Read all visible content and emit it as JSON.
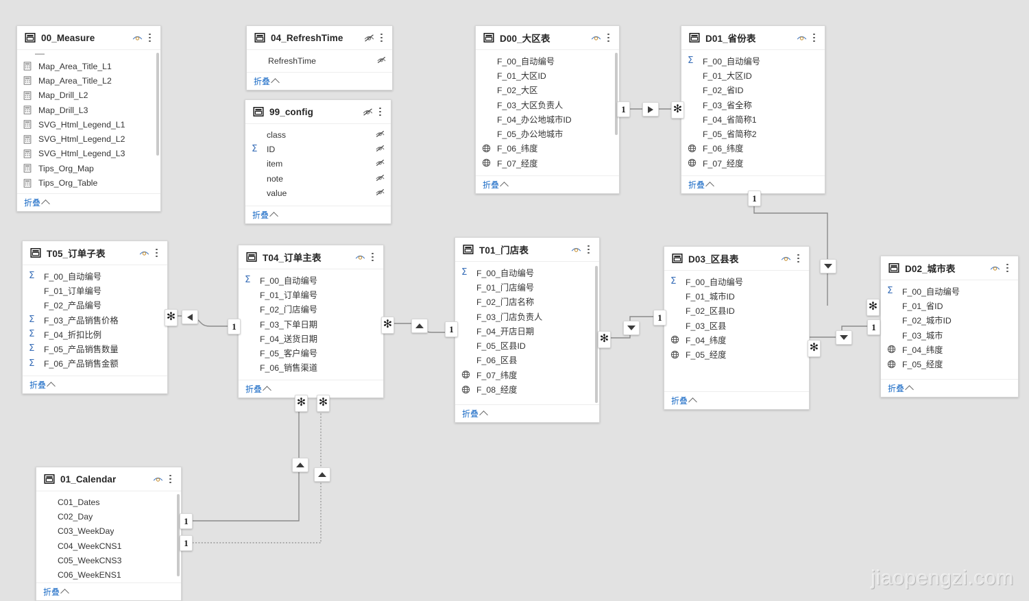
{
  "app": {
    "view": "Power BI Model Diagram",
    "watermark": "jiaopengzi.com",
    "collapse_label": "折叠",
    "icons": {
      "table": "table-icon",
      "eye": "eye-visible-icon",
      "eye_hidden": "eye-hidden-icon",
      "kebab": "more-options-icon",
      "sigma": "sum-aggregate-icon",
      "globe": "geo-location-icon",
      "measure": "measure-calculator-icon",
      "chevron": "chevron-up-icon"
    },
    "colors": {
      "canvas": "#e2e2e2",
      "card": "#ffffff",
      "link": "#1567c4",
      "wire": "#8a8a8a",
      "sigma": "#3a6fb8"
    }
  },
  "tables": [
    {
      "id": "t_00_measure",
      "name": "00_Measure",
      "hidden": false,
      "scrollbar": true,
      "partial_top": true,
      "fields": [
        {
          "name": "Map_Area_Title_L1",
          "glyph": "measure",
          "hidden": false
        },
        {
          "name": "Map_Area_Title_L2",
          "glyph": "measure",
          "hidden": false
        },
        {
          "name": "Map_Drill_L2",
          "glyph": "measure",
          "hidden": false
        },
        {
          "name": "Map_Drill_L3",
          "glyph": "measure",
          "hidden": false
        },
        {
          "name": "SVG_Html_Legend_L1",
          "glyph": "measure",
          "hidden": false
        },
        {
          "name": "SVG_Html_Legend_L2",
          "glyph": "measure",
          "hidden": false
        },
        {
          "name": "SVG_Html_Legend_L3",
          "glyph": "measure",
          "hidden": false
        },
        {
          "name": "Tips_Org_Map",
          "glyph": "measure",
          "hidden": false
        },
        {
          "name": "Tips_Org_Table",
          "glyph": "measure",
          "hidden": false
        }
      ]
    },
    {
      "id": "t_04_refreshtime",
      "name": "04_RefreshTime",
      "hidden": true,
      "fields": [
        {
          "name": "RefreshTime",
          "glyph": "none",
          "hidden": true
        }
      ]
    },
    {
      "id": "t_99_config",
      "name": "99_config",
      "hidden": true,
      "fields": [
        {
          "name": "class",
          "glyph": "none",
          "hidden": true
        },
        {
          "name": "ID",
          "glyph": "sigma",
          "hidden": true
        },
        {
          "name": "item",
          "glyph": "none",
          "hidden": true
        },
        {
          "name": "note",
          "glyph": "none",
          "hidden": true
        },
        {
          "name": "value",
          "glyph": "none",
          "hidden": true
        }
      ]
    },
    {
      "id": "t_d00",
      "name": "D00_大区表",
      "hidden": false,
      "scrollbar": true,
      "fields": [
        {
          "name": "F_00_自动编号",
          "glyph": "none",
          "hidden": false
        },
        {
          "name": "F_01_大区ID",
          "glyph": "none",
          "hidden": false
        },
        {
          "name": "F_02_大区",
          "glyph": "none",
          "hidden": false
        },
        {
          "name": "F_03_大区负责人",
          "glyph": "none",
          "hidden": false
        },
        {
          "name": "F_04_办公地城市ID",
          "glyph": "none",
          "hidden": false
        },
        {
          "name": "F_05_办公地城市",
          "glyph": "none",
          "hidden": false
        },
        {
          "name": "F_06_纬度",
          "glyph": "globe",
          "hidden": false
        },
        {
          "name": "F_07_经度",
          "glyph": "globe",
          "hidden": false
        }
      ]
    },
    {
      "id": "t_d01",
      "name": "D01_省份表",
      "hidden": false,
      "fields": [
        {
          "name": "F_00_自动编号",
          "glyph": "sigma",
          "hidden": false
        },
        {
          "name": "F_01_大区ID",
          "glyph": "none",
          "hidden": false
        },
        {
          "name": "F_02_省ID",
          "glyph": "none",
          "hidden": false
        },
        {
          "name": "F_03_省全称",
          "glyph": "none",
          "hidden": false
        },
        {
          "name": "F_04_省简称1",
          "glyph": "none",
          "hidden": false
        },
        {
          "name": "F_05_省简称2",
          "glyph": "none",
          "hidden": false
        },
        {
          "name": "F_06_纬度",
          "glyph": "globe",
          "hidden": false
        },
        {
          "name": "F_07_经度",
          "glyph": "globe",
          "hidden": false
        }
      ]
    },
    {
      "id": "t_t05",
      "name": "T05_订单子表",
      "hidden": false,
      "fields": [
        {
          "name": "F_00_自动编号",
          "glyph": "sigma",
          "hidden": false
        },
        {
          "name": "F_01_订单编号",
          "glyph": "none",
          "hidden": false
        },
        {
          "name": "F_02_产品编号",
          "glyph": "none",
          "hidden": false
        },
        {
          "name": "F_03_产品销售价格",
          "glyph": "sigma",
          "hidden": false
        },
        {
          "name": "F_04_折扣比例",
          "glyph": "sigma",
          "hidden": false
        },
        {
          "name": "F_05_产品销售数量",
          "glyph": "sigma",
          "hidden": false
        },
        {
          "name": "F_06_产品销售金额",
          "glyph": "sigma",
          "hidden": false
        }
      ]
    },
    {
      "id": "t_t04",
      "name": "T04_订单主表",
      "hidden": false,
      "fields": [
        {
          "name": "F_00_自动编号",
          "glyph": "sigma",
          "hidden": false
        },
        {
          "name": "F_01_订单编号",
          "glyph": "none",
          "hidden": false
        },
        {
          "name": "F_02_门店编号",
          "glyph": "none",
          "hidden": false
        },
        {
          "name": "F_03_下单日期",
          "glyph": "none",
          "hidden": false
        },
        {
          "name": "F_04_送货日期",
          "glyph": "none",
          "hidden": false
        },
        {
          "name": "F_05_客户编号",
          "glyph": "none",
          "hidden": false
        },
        {
          "name": "F_06_销售渠道",
          "glyph": "none",
          "hidden": false
        }
      ]
    },
    {
      "id": "t_t01",
      "name": "T01_门店表",
      "hidden": false,
      "scrollbar": true,
      "fields": [
        {
          "name": "F_00_自动编号",
          "glyph": "sigma",
          "hidden": false
        },
        {
          "name": "F_01_门店编号",
          "glyph": "none",
          "hidden": false
        },
        {
          "name": "F_02_门店名称",
          "glyph": "none",
          "hidden": false
        },
        {
          "name": "F_03_门店负责人",
          "glyph": "none",
          "hidden": false
        },
        {
          "name": "F_04_开店日期",
          "glyph": "none",
          "hidden": false
        },
        {
          "name": "F_05_区县ID",
          "glyph": "none",
          "hidden": false
        },
        {
          "name": "F_06_区县",
          "glyph": "none",
          "hidden": false
        },
        {
          "name": "F_07_纬度",
          "glyph": "globe",
          "hidden": false
        },
        {
          "name": "F_08_经度",
          "glyph": "globe",
          "hidden": false
        }
      ]
    },
    {
      "id": "t_d03",
      "name": "D03_区县表",
      "hidden": false,
      "fields": [
        {
          "name": "F_00_自动编号",
          "glyph": "sigma",
          "hidden": false
        },
        {
          "name": "F_01_城市ID",
          "glyph": "none",
          "hidden": false
        },
        {
          "name": "F_02_区县ID",
          "glyph": "none",
          "hidden": false
        },
        {
          "name": "F_03_区县",
          "glyph": "none",
          "hidden": false
        },
        {
          "name": "F_04_纬度",
          "glyph": "globe",
          "hidden": false
        },
        {
          "name": "F_05_经度",
          "glyph": "globe",
          "hidden": false
        }
      ]
    },
    {
      "id": "t_d02",
      "name": "D02_城市表",
      "hidden": false,
      "fields": [
        {
          "name": "F_00_自动编号",
          "glyph": "sigma",
          "hidden": false
        },
        {
          "name": "F_01_省ID",
          "glyph": "none",
          "hidden": false
        },
        {
          "name": "F_02_城市ID",
          "glyph": "none",
          "hidden": false
        },
        {
          "name": "F_03_城市",
          "glyph": "none",
          "hidden": false
        },
        {
          "name": "F_04_纬度",
          "glyph": "globe",
          "hidden": false
        },
        {
          "name": "F_05_经度",
          "glyph": "globe",
          "hidden": false
        }
      ]
    },
    {
      "id": "t_01_calendar",
      "name": "01_Calendar",
      "hidden": false,
      "scrollbar": true,
      "fields": [
        {
          "name": "C01_Dates",
          "glyph": "none",
          "hidden": false
        },
        {
          "name": "C02_Day",
          "glyph": "none",
          "hidden": false
        },
        {
          "name": "C03_WeekDay",
          "glyph": "none",
          "hidden": false
        },
        {
          "name": "C04_WeekCNS1",
          "glyph": "none",
          "hidden": false
        },
        {
          "name": "C05_WeekCNS3",
          "glyph": "none",
          "hidden": false
        },
        {
          "name": "C06_WeekENS1",
          "glyph": "none",
          "hidden": false
        }
      ]
    }
  ],
  "relationships": [
    {
      "id": "r_d00_d01",
      "from": "D00_大区表",
      "to": "D01_省份表",
      "from_card": "1",
      "to_card": "*",
      "direction": "right",
      "active": true
    },
    {
      "id": "r_d01_d02",
      "from": "D01_省份表",
      "to": "D02_城市表",
      "from_card": "1",
      "to_card": "*",
      "direction": "down",
      "active": true
    },
    {
      "id": "r_t05_t04",
      "from": "T05_订单子表",
      "to": "T04_订单主表",
      "from_card": "*",
      "to_card": "1",
      "direction": "left",
      "active": true
    },
    {
      "id": "r_t04_t01",
      "from": "T04_订单主表",
      "to": "T01_门店表",
      "from_card": "*",
      "to_card": "1",
      "direction": "up",
      "active": true
    },
    {
      "id": "r_t01_d03",
      "from": "T01_门店表",
      "to": "D03_区县表",
      "from_card": "*",
      "to_card": "1",
      "direction": "down",
      "active": true
    },
    {
      "id": "r_d03_d02",
      "from": "D03_区县表",
      "to": "D02_城市表",
      "from_card": "*",
      "to_card": "1",
      "direction": "down",
      "active": true
    },
    {
      "id": "r_cal_t04_active",
      "from": "01_Calendar",
      "to": "T04_订单主表",
      "from_card": "1",
      "to_card": "*",
      "direction": "up",
      "active": true
    },
    {
      "id": "r_cal_t04_inactive",
      "from": "01_Calendar",
      "to": "T04_订单主表",
      "from_card": "1",
      "to_card": "*",
      "direction": "up",
      "active": false
    }
  ]
}
